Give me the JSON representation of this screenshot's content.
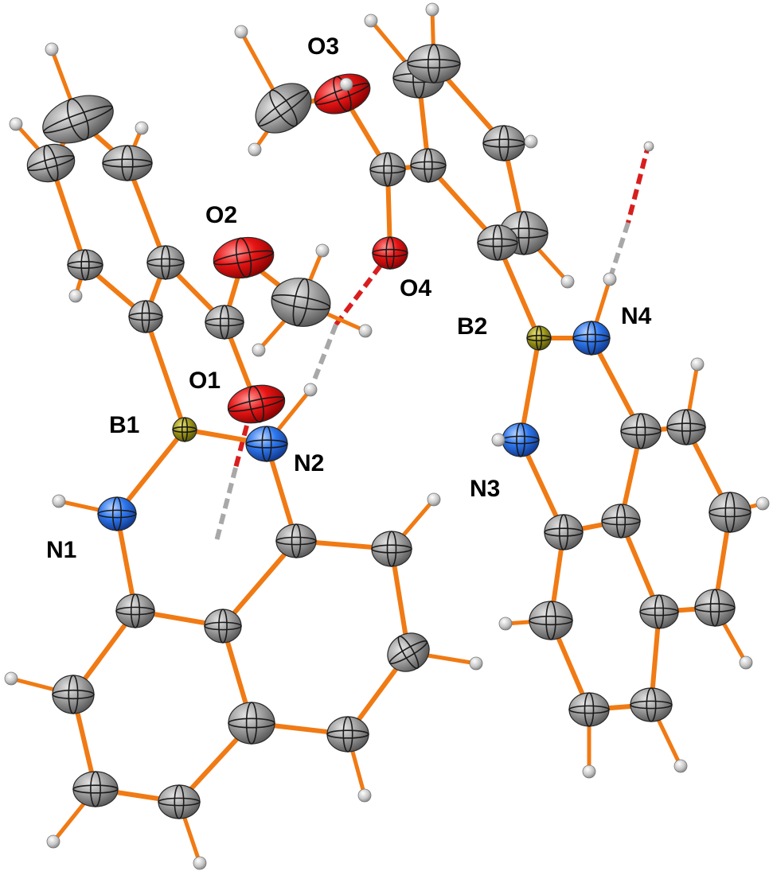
{
  "structure": {
    "atom_labels": [
      "O3",
      "O2",
      "O4",
      "B2",
      "N4",
      "O1",
      "B1",
      "N2",
      "N3",
      "N1"
    ],
    "element_colors": {
      "C": "#8c8c8c",
      "H": "#c8c8c8",
      "O": "#e31010",
      "N": "#2f6fe8",
      "B": "#8f8a12",
      "bond": "#f07a14",
      "hbond_red": "#d81e1e",
      "hbond_grey": "#a8a8a8"
    }
  }
}
